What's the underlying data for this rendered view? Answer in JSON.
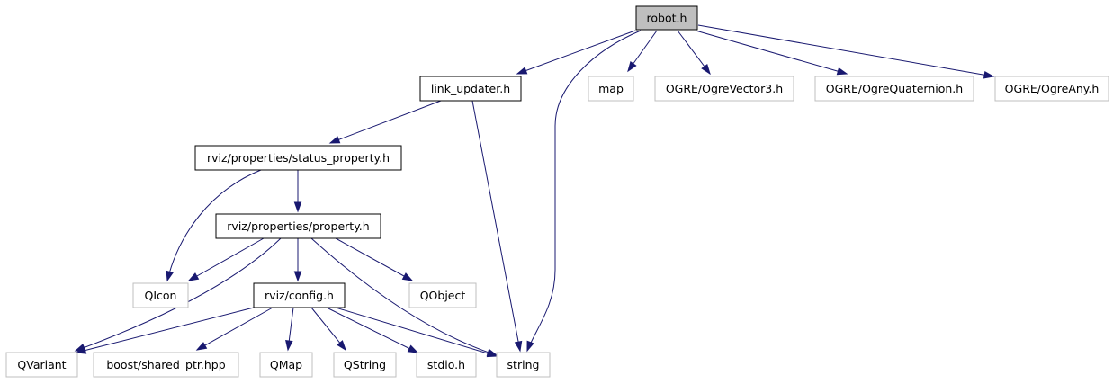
{
  "colors": {
    "edge": "#191970",
    "main_node_fill": "#bfbfbf",
    "local_node_border": "#000000",
    "external_node_border": "#bfbfbf"
  },
  "nodes": {
    "robot_h": "robot.h",
    "link_updater_h": "link_updater.h",
    "map": "map",
    "ogre_vector3_h": "OGRE/OgreVector3.h",
    "ogre_quaternion_h": "OGRE/OgreQuaternion.h",
    "ogre_any_h": "OGRE/OgreAny.h",
    "status_property_h": "rviz/properties/status_property.h",
    "property_h": "rviz/properties/property.h",
    "qicon": "QIcon",
    "config_h": "rviz/config.h",
    "qobject": "QObject",
    "qvariant": "QVariant",
    "boost_shared_ptr_hpp": "boost/shared_ptr.hpp",
    "qmap": "QMap",
    "qstring": "QString",
    "stdio_h": "stdio.h",
    "string": "string"
  }
}
